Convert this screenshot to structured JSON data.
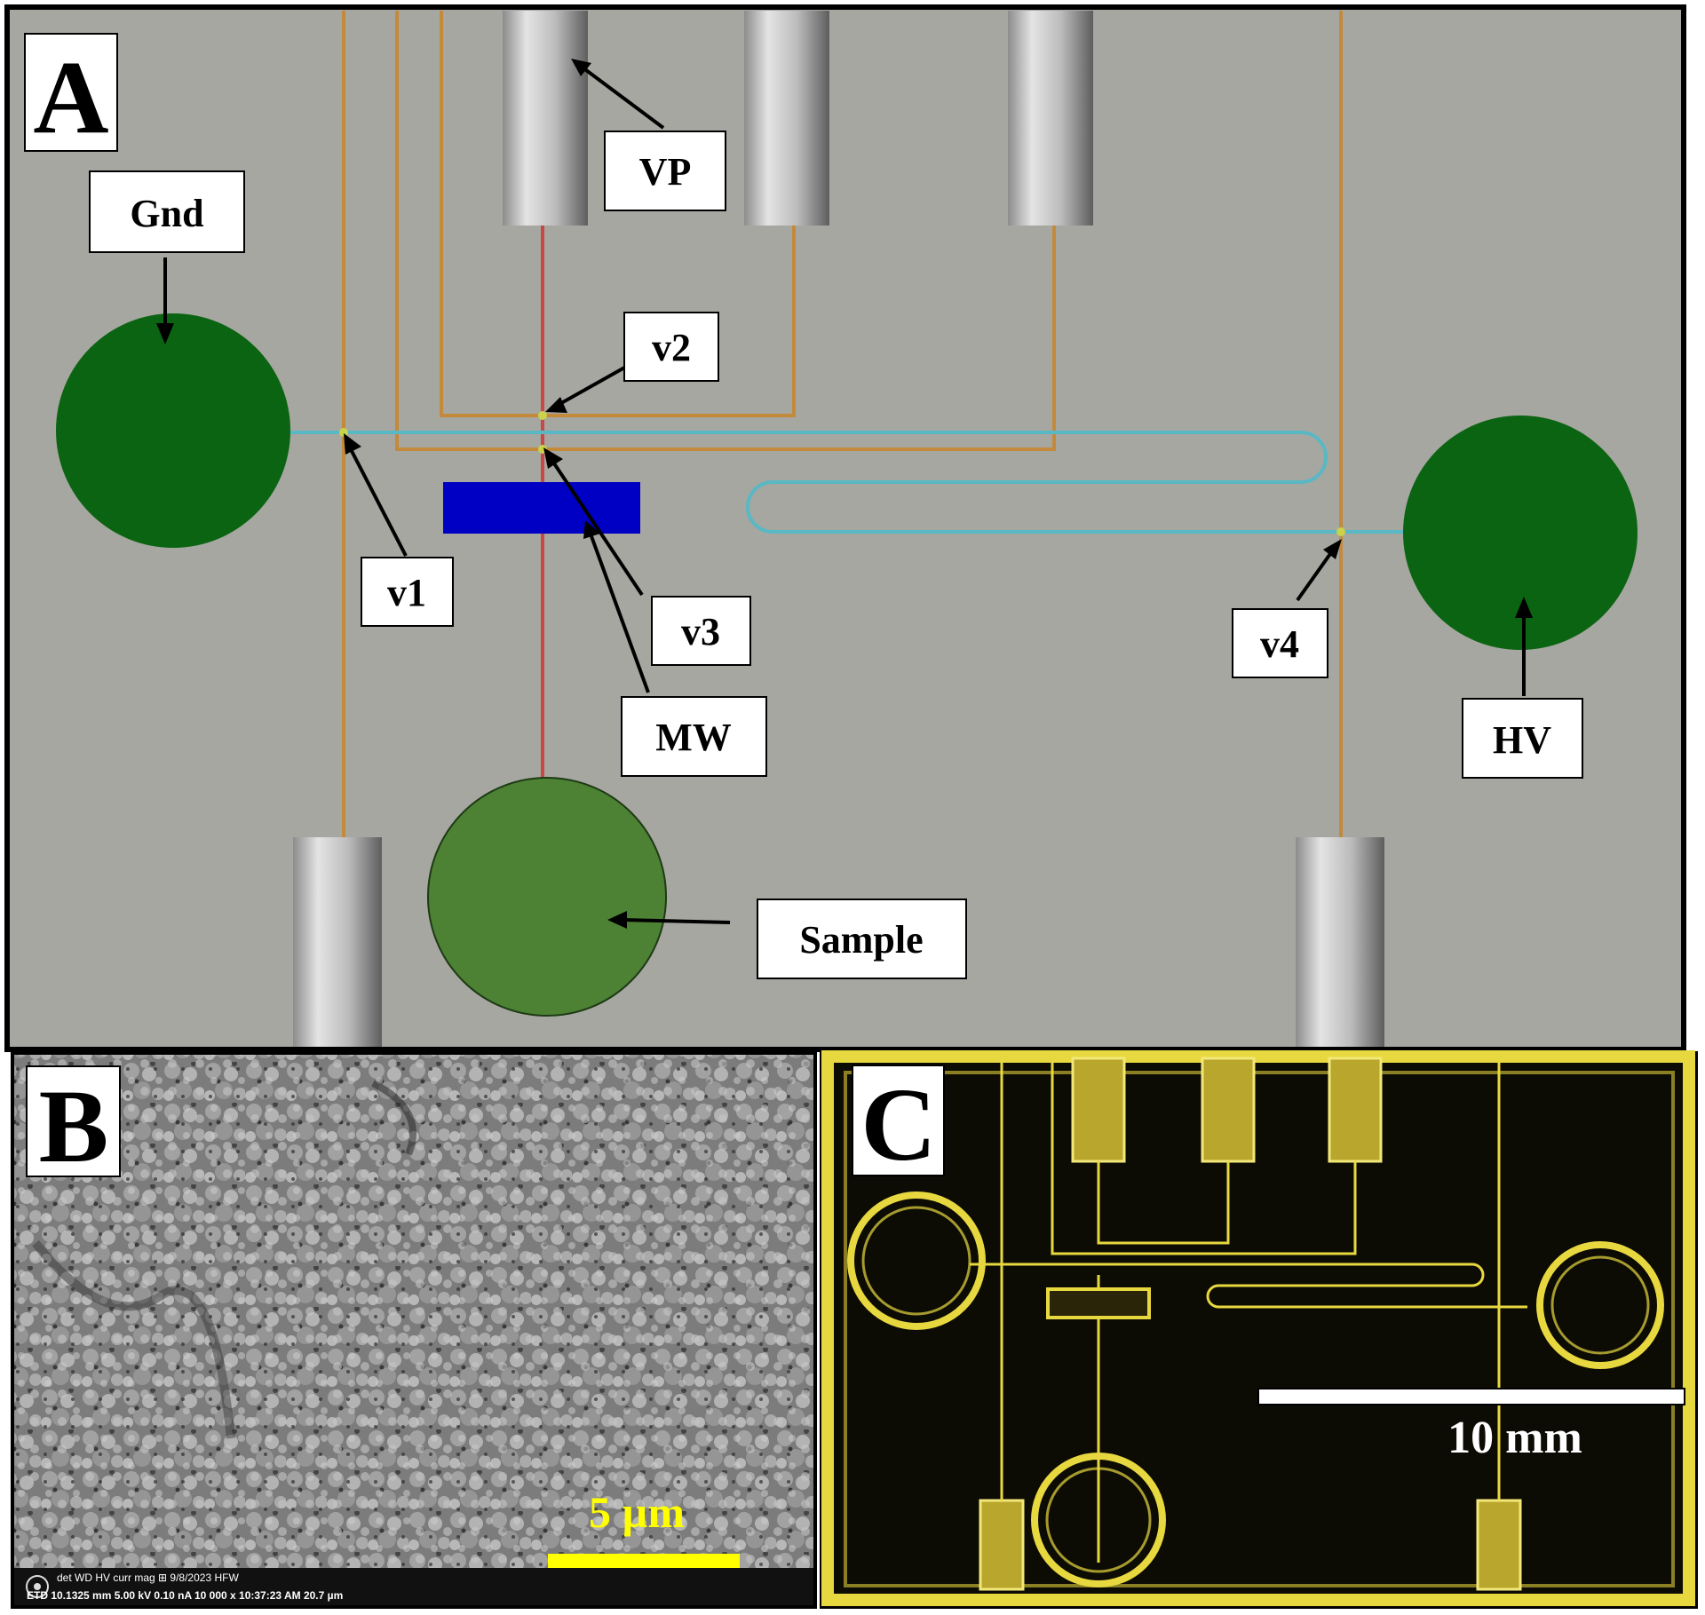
{
  "panels": {
    "a": {
      "letter": "A"
    },
    "b": {
      "letter": "B"
    },
    "c": {
      "letter": "C"
    }
  },
  "diagram_labels": {
    "gnd": "Gnd",
    "vp": "VP",
    "v1": "v1",
    "v2": "v2",
    "v3": "v3",
    "v4": "v4",
    "mw": "MW",
    "hv": "HV",
    "sample": "Sample"
  },
  "sem": {
    "scale_label": "5 µm",
    "databar_header": "det  WD        HV      curr      mag  ⊞   9/8/2023   HFW",
    "databar_values": "ETD 10.1325 mm 5.00 kV 0.10 nA 10 000 x 10:37:23 AM 20.7 µm"
  },
  "photo": {
    "scale_label": "10 mm"
  },
  "colors": {
    "diagram_background": "#a7a7a1",
    "reservoir_dark": "#0b6411",
    "reservoir_sample": "#4d8234",
    "separation_channel": "#58b8c3",
    "valve_channel": "#c48a3c",
    "sample_channel": "#c84848",
    "microwave_electrode": "#0000c4",
    "sem_scale_bar": "#ffff00",
    "photo_tint": "#e8d840"
  }
}
